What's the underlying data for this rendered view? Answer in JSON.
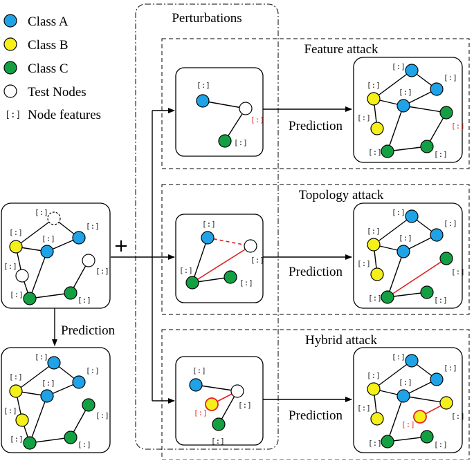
{
  "legend": {
    "items": [
      {
        "label": "Class A",
        "color": "#1fa2e6"
      },
      {
        "label": "Class B",
        "color": "#f5ef1a"
      },
      {
        "label": "Class C",
        "color": "#12a043"
      },
      {
        "label": "Test Nodes",
        "color": "#ffffff"
      },
      {
        "label": "Node features",
        "symbol": "[:]"
      }
    ]
  },
  "perturbations_title": "Perturbations",
  "attacks": {
    "feature": "Feature attack",
    "topology": "Topology attack",
    "hybrid": "Hybrid attack"
  },
  "prediction_label": "Prediction",
  "plus_symbol": "+",
  "feature_symbol": "[:]",
  "colors": {
    "class_a": "#1fa2e6",
    "class_b": "#f5ef1a",
    "class_c": "#12a043",
    "test": "#ffffff",
    "perturb_red": "#e02020"
  }
}
